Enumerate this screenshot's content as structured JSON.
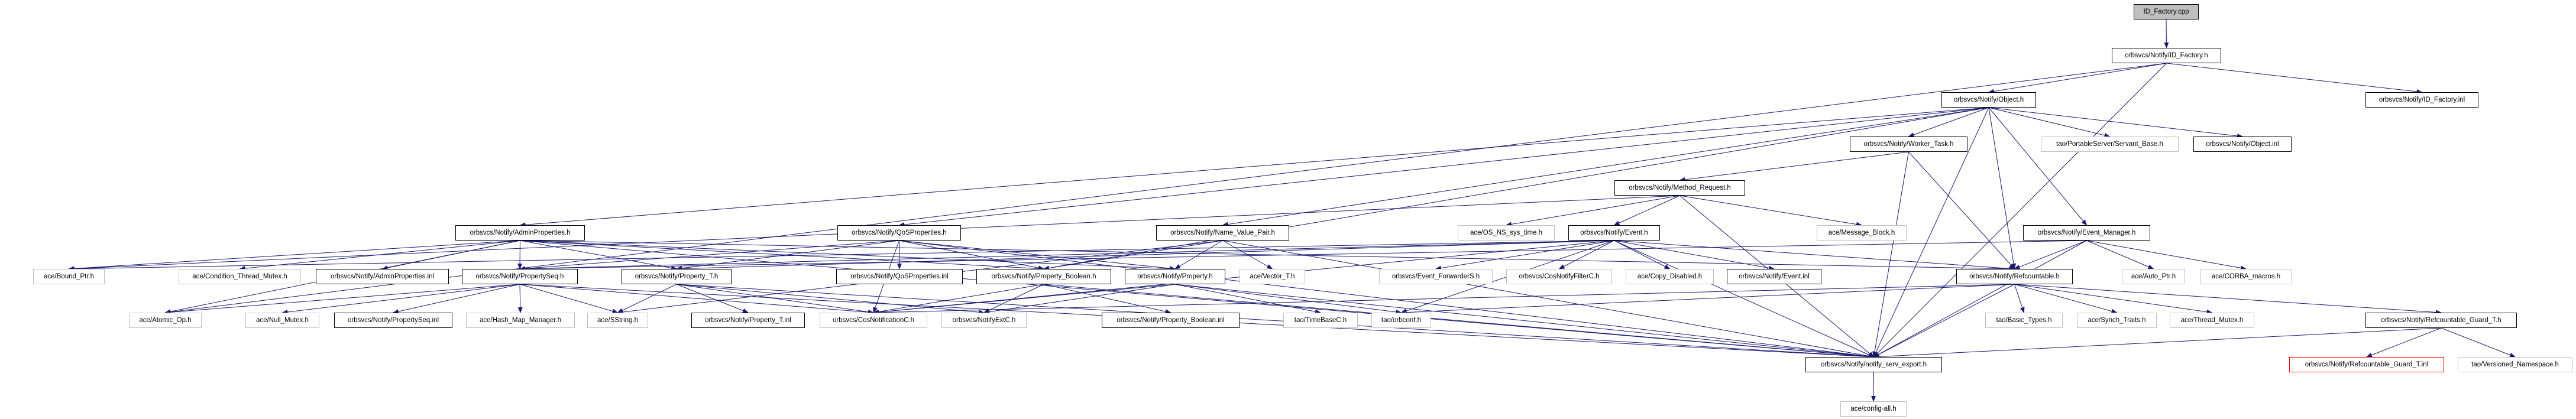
{
  "graph": {
    "edge_color": "#191970",
    "nodes": [
      {
        "id": "id_factory_cpp",
        "label": "ID_Factory.cpp",
        "kind": "root"
      },
      {
        "id": "id_factory_h",
        "label": "orbsvcs/Notify/ID_Factory.h",
        "kind": "documented"
      },
      {
        "id": "object_h",
        "label": "orbsvcs/Notify/Object.h",
        "kind": "documented"
      },
      {
        "id": "id_factory_inl",
        "label": "orbsvcs/Notify/ID_Factory.inl",
        "kind": "documented"
      },
      {
        "id": "worker_task_h",
        "label": "orbsvcs/Notify/Worker_Task.h",
        "kind": "documented"
      },
      {
        "id": "servant_base_h",
        "label": "tao/PortableServer/Servant_Base.h",
        "kind": "external"
      },
      {
        "id": "object_inl",
        "label": "orbsvcs/Notify/Object.inl",
        "kind": "documented"
      },
      {
        "id": "method_request_h",
        "label": "orbsvcs/Notify/Method_Request.h",
        "kind": "documented"
      },
      {
        "id": "admin_properties_h",
        "label": "orbsvcs/Notify/AdminProperties.h",
        "kind": "documented"
      },
      {
        "id": "qos_properties_h",
        "label": "orbsvcs/Notify/QoSProperties.h",
        "kind": "documented"
      },
      {
        "id": "name_value_pair_h",
        "label": "orbsvcs/Notify/Name_Value_Pair.h",
        "kind": "documented"
      },
      {
        "id": "os_ns_sys_time_h",
        "label": "ace/OS_NS_sys_time.h",
        "kind": "external"
      },
      {
        "id": "event_h",
        "label": "orbsvcs/Notify/Event.h",
        "kind": "documented"
      },
      {
        "id": "message_block_h",
        "label": "ace/Message_Block.h",
        "kind": "external"
      },
      {
        "id": "event_manager_h",
        "label": "orbsvcs/Notify/Event_Manager.h",
        "kind": "documented"
      },
      {
        "id": "bound_ptr_h",
        "label": "ace/Bound_Ptr.h",
        "kind": "external"
      },
      {
        "id": "condition_thread_mutex_h",
        "label": "ace/Condition_Thread_Mutex.h",
        "kind": "external"
      },
      {
        "id": "admin_properties_inl",
        "label": "orbsvcs/Notify/AdminProperties.inl",
        "kind": "documented"
      },
      {
        "id": "property_seq_h",
        "label": "orbsvcs/Notify/PropertySeq.h",
        "kind": "documented"
      },
      {
        "id": "property_t_h",
        "label": "orbsvcs/Notify/Property_T.h",
        "kind": "documented"
      },
      {
        "id": "qos_properties_inl",
        "label": "orbsvcs/Notify/QoSProperties.inl",
        "kind": "documented"
      },
      {
        "id": "property_boolean_h",
        "label": "orbsvcs/Notify/Property_Boolean.h",
        "kind": "documented"
      },
      {
        "id": "property_h",
        "label": "orbsvcs/Notify/Property.h",
        "kind": "documented"
      },
      {
        "id": "vector_t_h",
        "label": "ace/Vector_T.h",
        "kind": "external"
      },
      {
        "id": "event_forwarders_h",
        "label": "orbsvcs/Event_ForwarderS.h",
        "kind": "external"
      },
      {
        "id": "cos_notify_filter_c_h",
        "label": "orbsvcs/CosNotifyFilterC.h",
        "kind": "external"
      },
      {
        "id": "copy_disabled_h",
        "label": "ace/Copy_Disabled.h",
        "kind": "external"
      },
      {
        "id": "event_inl",
        "label": "orbsvcs/Notify/Event.inl",
        "kind": "documented"
      },
      {
        "id": "refcountable_h",
        "label": "orbsvcs/Notify/Refcountable.h",
        "kind": "documented"
      },
      {
        "id": "auto_ptr_h",
        "label": "ace/Auto_Ptr.h",
        "kind": "external"
      },
      {
        "id": "corba_macros_h",
        "label": "ace/CORBA_macros.h",
        "kind": "external"
      },
      {
        "id": "atomic_op_h",
        "label": "ace/Atomic_Op.h",
        "kind": "external"
      },
      {
        "id": "null_mutex_h",
        "label": "ace/Null_Mutex.h",
        "kind": "external"
      },
      {
        "id": "property_seq_inl",
        "label": "orbsvcs/Notify/PropertySeq.inl",
        "kind": "documented"
      },
      {
        "id": "hash_map_manager_h",
        "label": "ace/Hash_Map_Manager.h",
        "kind": "external"
      },
      {
        "id": "sstring_h",
        "label": "ace/SString.h",
        "kind": "external"
      },
      {
        "id": "property_t_inl",
        "label": "orbsvcs/Notify/Property_T.inl",
        "kind": "documented"
      },
      {
        "id": "cos_notification_c_h",
        "label": "orbsvcs/CosNotificationC.h",
        "kind": "external"
      },
      {
        "id": "notify_ext_c_h",
        "label": "orbsvcs/NotifyExtC.h",
        "kind": "external"
      },
      {
        "id": "property_boolean_inl",
        "label": "orbsvcs/Notify/Property_Boolean.inl",
        "kind": "documented"
      },
      {
        "id": "time_base_c_h",
        "label": "tao/TimeBaseC.h",
        "kind": "external"
      },
      {
        "id": "orbconf_h",
        "label": "tao/orbconf.h",
        "kind": "external"
      },
      {
        "id": "basic_types_h",
        "label": "tao/Basic_Types.h",
        "kind": "external"
      },
      {
        "id": "synch_traits_h",
        "label": "ace/Synch_Traits.h",
        "kind": "external"
      },
      {
        "id": "thread_mutex_h",
        "label": "ace/Thread_Mutex.h",
        "kind": "external"
      },
      {
        "id": "refcountable_guard_t_h",
        "label": "orbsvcs/Notify/Refcountable_Guard_T.h",
        "kind": "documented"
      },
      {
        "id": "notify_serv_export_h",
        "label": "orbsvcs/Notify/notify_serv_export.h",
        "kind": "documented"
      },
      {
        "id": "refcountable_guard_t_inl",
        "label": "orbsvcs/Notify/Refcountable_Guard_T.inl",
        "kind": "missing"
      },
      {
        "id": "versioned_namespace_h",
        "label": "tao/Versioned_Namespace.h",
        "kind": "external"
      },
      {
        "id": "config_all_h",
        "label": "ace/config-all.h",
        "kind": "external"
      }
    ],
    "edges": [
      [
        "id_factory_cpp",
        "id_factory_h"
      ],
      [
        "id_factory_h",
        "object_h"
      ],
      [
        "id_factory_h",
        "id_factory_inl"
      ],
      [
        "id_factory_h",
        "notify_serv_export_h"
      ],
      [
        "id_factory_h",
        "atomic_op_h"
      ],
      [
        "object_h",
        "worker_task_h"
      ],
      [
        "object_h",
        "servant_base_h"
      ],
      [
        "object_h",
        "object_inl"
      ],
      [
        "object_h",
        "admin_properties_h"
      ],
      [
        "object_h",
        "qos_properties_h"
      ],
      [
        "object_h",
        "name_value_pair_h"
      ],
      [
        "object_h",
        "event_manager_h"
      ],
      [
        "object_h",
        "refcountable_h"
      ],
      [
        "object_h",
        "notify_serv_export_h"
      ],
      [
        "object_h",
        "property_boolean_h"
      ],
      [
        "worker_task_h",
        "method_request_h"
      ],
      [
        "worker_task_h",
        "refcountable_h"
      ],
      [
        "worker_task_h",
        "notify_serv_export_h"
      ],
      [
        "method_request_h",
        "event_h"
      ],
      [
        "method_request_h",
        "os_ns_sys_time_h"
      ],
      [
        "method_request_h",
        "message_block_h"
      ],
      [
        "method_request_h",
        "notify_serv_export_h"
      ],
      [
        "method_request_h",
        "bound_ptr_h"
      ],
      [
        "admin_properties_h",
        "bound_ptr_h"
      ],
      [
        "admin_properties_h",
        "condition_thread_mutex_h"
      ],
      [
        "admin_properties_h",
        "admin_properties_inl"
      ],
      [
        "admin_properties_h",
        "property_seq_h"
      ],
      [
        "admin_properties_h",
        "property_t_h"
      ],
      [
        "admin_properties_h",
        "property_boolean_h"
      ],
      [
        "admin_properties_h",
        "property_h"
      ],
      [
        "admin_properties_h",
        "atomic_op_h"
      ],
      [
        "admin_properties_h",
        "notify_serv_export_h"
      ],
      [
        "admin_properties_h",
        "refcountable_h"
      ],
      [
        "qos_properties_h",
        "qos_properties_inl"
      ],
      [
        "qos_properties_h",
        "property_boolean_h"
      ],
      [
        "qos_properties_h",
        "property_h"
      ],
      [
        "qos_properties_h",
        "property_t_h"
      ],
      [
        "qos_properties_h",
        "property_seq_h"
      ],
      [
        "qos_properties_h",
        "cos_notification_c_h"
      ],
      [
        "qos_properties_h",
        "notify_serv_export_h"
      ],
      [
        "name_value_pair_h",
        "property_boolean_h"
      ],
      [
        "name_value_pair_h",
        "property_h"
      ],
      [
        "name_value_pair_h",
        "vector_t_h"
      ],
      [
        "name_value_pair_h",
        "sstring_h"
      ],
      [
        "name_value_pair_h",
        "notify_serv_export_h"
      ],
      [
        "event_h",
        "event_forwarders_h"
      ],
      [
        "event_h",
        "cos_notify_filter_c_h"
      ],
      [
        "event_h",
        "copy_disabled_h"
      ],
      [
        "event_h",
        "event_inl"
      ],
      [
        "event_h",
        "refcountable_h"
      ],
      [
        "event_h",
        "bound_ptr_h"
      ],
      [
        "event_h",
        "property_seq_h"
      ],
      [
        "event_h",
        "property_t_h"
      ],
      [
        "event_h",
        "cos_notification_c_h"
      ],
      [
        "event_h",
        "orbconf_h"
      ],
      [
        "event_h",
        "notify_serv_export_h"
      ],
      [
        "event_manager_h",
        "refcountable_h"
      ],
      [
        "event_manager_h",
        "auto_ptr_h"
      ],
      [
        "event_manager_h",
        "corba_macros_h"
      ],
      [
        "event_manager_h",
        "notify_serv_export_h"
      ],
      [
        "event_manager_h",
        "property_seq_h"
      ],
      [
        "refcountable_h",
        "basic_types_h"
      ],
      [
        "refcountable_h",
        "synch_traits_h"
      ],
      [
        "refcountable_h",
        "thread_mutex_h"
      ],
      [
        "refcountable_h",
        "refcountable_guard_t_h"
      ],
      [
        "refcountable_h",
        "notify_serv_export_h"
      ],
      [
        "refcountable_h",
        "orbconf_h"
      ],
      [
        "refcountable_h",
        "cos_notification_c_h"
      ],
      [
        "property_seq_h",
        "atomic_op_h"
      ],
      [
        "property_seq_h",
        "null_mutex_h"
      ],
      [
        "property_seq_h",
        "property_seq_inl"
      ],
      [
        "property_seq_h",
        "hash_map_manager_h"
      ],
      [
        "property_seq_h",
        "sstring_h"
      ],
      [
        "property_seq_h",
        "cos_notification_c_h"
      ],
      [
        "property_seq_h",
        "notify_serv_export_h"
      ],
      [
        "property_t_h",
        "property_t_inl"
      ],
      [
        "property_t_h",
        "cos_notification_c_h"
      ],
      [
        "property_t_h",
        "sstring_h"
      ],
      [
        "property_t_h",
        "notify_serv_export_h"
      ],
      [
        "property_t_h",
        "notify_ext_c_h"
      ],
      [
        "property_boolean_h",
        "cos_notification_c_h"
      ],
      [
        "property_boolean_h",
        "property_boolean_inl"
      ],
      [
        "property_boolean_h",
        "notify_serv_export_h"
      ],
      [
        "property_boolean_h",
        "notify_ext_c_h"
      ],
      [
        "property_h",
        "notify_ext_c_h"
      ],
      [
        "property_h",
        "time_base_c_h"
      ],
      [
        "property_h",
        "orbconf_h"
      ],
      [
        "property_h",
        "notify_serv_export_h"
      ],
      [
        "property_h",
        "cos_notification_c_h"
      ],
      [
        "refcountable_guard_t_h",
        "refcountable_guard_t_inl"
      ],
      [
        "refcountable_guard_t_h",
        "versioned_namespace_h"
      ],
      [
        "refcountable_guard_t_h",
        "notify_serv_export_h"
      ],
      [
        "notify_serv_export_h",
        "config_all_h"
      ]
    ]
  }
}
